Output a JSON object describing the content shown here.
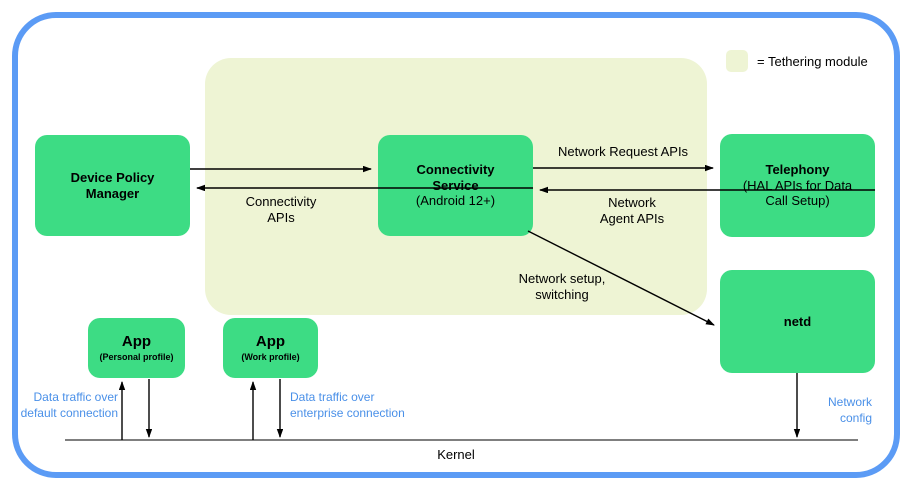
{
  "legend": {
    "swatch_color": "#eef4d4",
    "text": "= Tethering module"
  },
  "colors": {
    "frame_border": "#5b9bf5",
    "node_fill": "#3ddc84",
    "tethering_fill": "#eef4d4",
    "annotation_blue": "#4a90e8",
    "arrow": "#000000"
  },
  "nodes": {
    "device_policy_manager": {
      "title": "Device Policy",
      "title2": "Manager"
    },
    "connectivity_service": {
      "title": "Connectivity",
      "title2": "Service",
      "subtitle": "(Android 12+)"
    },
    "telephony": {
      "title": "Telephony",
      "subtitle": "(HAL APIs for Data",
      "subtitle2": "Call Setup)"
    },
    "netd": {
      "title": "netd"
    },
    "app_personal": {
      "title": "App",
      "subtitle": "(Personal profile)"
    },
    "app_work": {
      "title": "App",
      "subtitle": "(Work profile)"
    }
  },
  "edge_labels": {
    "connectivity_apis_line1": "Connectivity",
    "connectivity_apis_line2": "APIs",
    "network_request_apis": "Network Request APIs",
    "network_agent_apis_line1": "Network",
    "network_agent_apis_line2": "Agent APIs",
    "network_setup_line1": "Network setup,",
    "network_setup_line2": "switching"
  },
  "annotations": {
    "default_connection_line1": "Data traffic over",
    "default_connection_line2": "default connection",
    "enterprise_connection_line1": "Data traffic over",
    "enterprise_connection_line2": "enterprise connection",
    "network_config_line1": "Network",
    "network_config_line2": "config"
  },
  "kernel": {
    "label": "Kernel"
  }
}
